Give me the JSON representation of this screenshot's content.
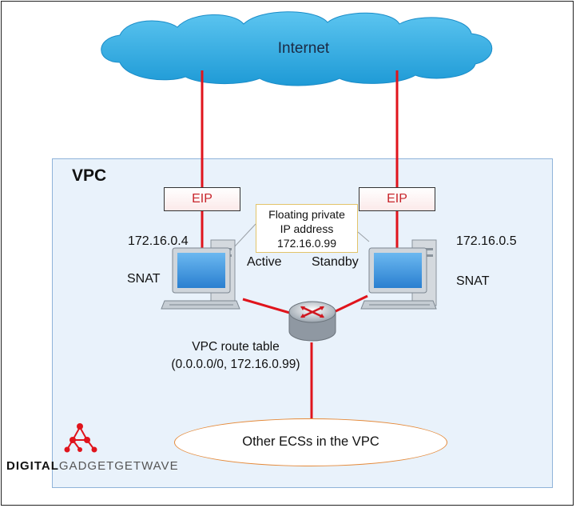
{
  "diagram": {
    "cloud_label": "Internet",
    "vpc_label": "VPC",
    "eip_left": "EIP",
    "eip_right": "EIP",
    "floating_box": {
      "line1": "Floating private",
      "line2": "IP address",
      "line3": "172.16.0.99"
    },
    "left_server": {
      "ip": "172.16.0.4",
      "role": "SNAT",
      "state": "Active"
    },
    "right_server": {
      "ip": "172.16.0.5",
      "role": "SNAT",
      "state": "Standby"
    },
    "route_table": {
      "line1": "VPC route table",
      "line2": "(0.0.0.0/0, 172.16.0.99)"
    },
    "ecs_label": "Other ECSs in the VPC",
    "colors": {
      "link": "#e0141c",
      "cloud": "#2aa8e0",
      "vpc_fill": "#e9f2fb",
      "eip_text": "#c8262c",
      "ellipse_border": "#e58a3a"
    }
  },
  "watermark": {
    "bold_part": "DIGITAL",
    "light_part": "GADGETGETWAVE",
    "logo_icon": "molecule-icon"
  }
}
